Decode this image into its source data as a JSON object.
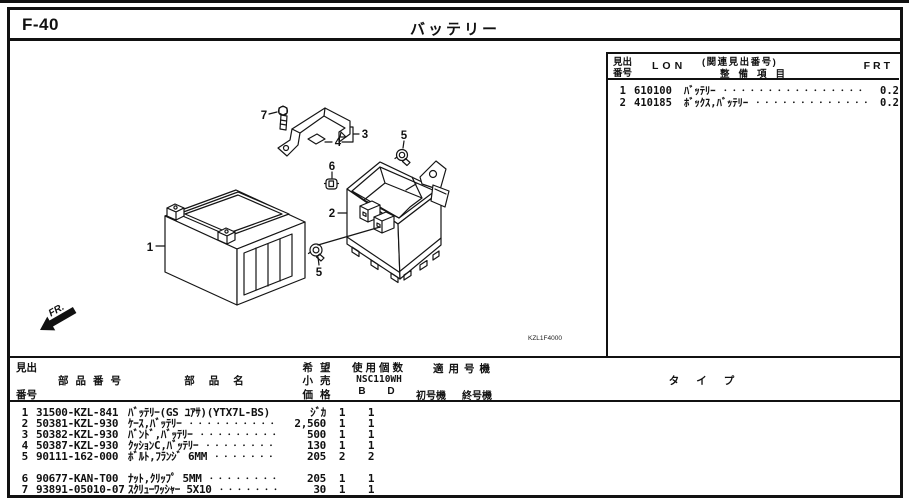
{
  "header": {
    "page_code": "F-40",
    "title": "バッテリー"
  },
  "ref_table": {
    "col_heading_no_top": "見出",
    "col_heading_no_bottom": "番号",
    "col_lon": "LON",
    "col_related": "(関連見出番号)",
    "col_service_item": "整備項目",
    "col_frt": "FRT",
    "rows": [
      {
        "no": "1",
        "lon": "610100",
        "name": "ﾊﾞｯﾃﾘｰ",
        "dots": "・・・・・・・・・・・・・・・・・・・・・・",
        "frt": "0.2"
      },
      {
        "no": "2",
        "lon": "410185",
        "name": "ﾎﾞｯｸｽ,ﾊﾞｯﾃﾘｰ",
        "dots": "・・・・・・・・・・・・・・・・",
        "frt": "0.2"
      }
    ]
  },
  "diagram": {
    "fr_label": "FR.",
    "drawing_code": "KZL1F4000",
    "callouts": {
      "c1": "1",
      "c2": "2",
      "c3": "3",
      "c4": "4",
      "c5a": "5",
      "c5b": "5",
      "c6": "6",
      "c7": "7"
    }
  },
  "parts_table": {
    "heading_no_top": "見出",
    "heading_no_bottom": "番号",
    "heading_part_no": "部品番号",
    "heading_part_name": "部品名",
    "heading_price_1": "希望",
    "heading_price_2": "小売",
    "heading_price_3": "価格",
    "heading_qty": "使用個数",
    "heading_model": "NSC110WH",
    "heading_qty_b": "B",
    "heading_qty_d": "D",
    "heading_applicable": "適用号機",
    "heading_first": "初号機",
    "heading_last": "終号機",
    "heading_type": "タイプ",
    "rows": [
      {
        "no": "1",
        "part_no": "31500-KZL-841",
        "name": "ﾊﾞｯﾃﾘｰ(GS ﾕｱｻ)(YTX7L-BS)",
        "dots": "",
        "price": "ｼﾞｶ",
        "qty_b": "1",
        "qty_d": "1"
      },
      {
        "no": "2",
        "part_no": "50381-KZL-930",
        "name": "ｹｰｽ,ﾊﾞｯﾃﾘｰ",
        "dots": "・・・・・・・・・・・・",
        "price": "2,560",
        "qty_b": "1",
        "qty_d": "1"
      },
      {
        "no": "3",
        "part_no": "50382-KZL-930",
        "name": "ﾊﾞﾝﾄﾞ,ﾊﾞｯﾃﾘｰ",
        "dots": "・・・・・・・・・・・",
        "price": "500",
        "qty_b": "1",
        "qty_d": "1"
      },
      {
        "no": "4",
        "part_no": "50387-KZL-930",
        "name": "ｸｯｼｮﾝC,ﾊﾞｯﾃﾘｰ",
        "dots": "・・・・・・・・・・",
        "price": "130",
        "qty_b": "1",
        "qty_d": "1"
      },
      {
        "no": "5",
        "part_no": "90111-162-000",
        "name": "ﾎﾞﾙﾄ,ﾌﾗﾝｼﾞ 6MM",
        "dots": "・・・・・・・・・",
        "price": "205",
        "qty_b": "2",
        "qty_d": "2"
      },
      {
        "no": "6",
        "part_no": "90677-KAN-T00",
        "name": "ﾅｯﾄ,ｸﾘｯﾌﾟ 5MM",
        "dots": "・・・・・・・・・・",
        "price": "205",
        "qty_b": "1",
        "qty_d": "1"
      },
      {
        "no": "7",
        "part_no": "93891-05010-07",
        "name": "ｽｸﾘｭｰﾜｯｼｬｰ 5X10",
        "dots": "・・・・・・・・",
        "price": "30",
        "qty_b": "1",
        "qty_d": "1"
      }
    ]
  }
}
